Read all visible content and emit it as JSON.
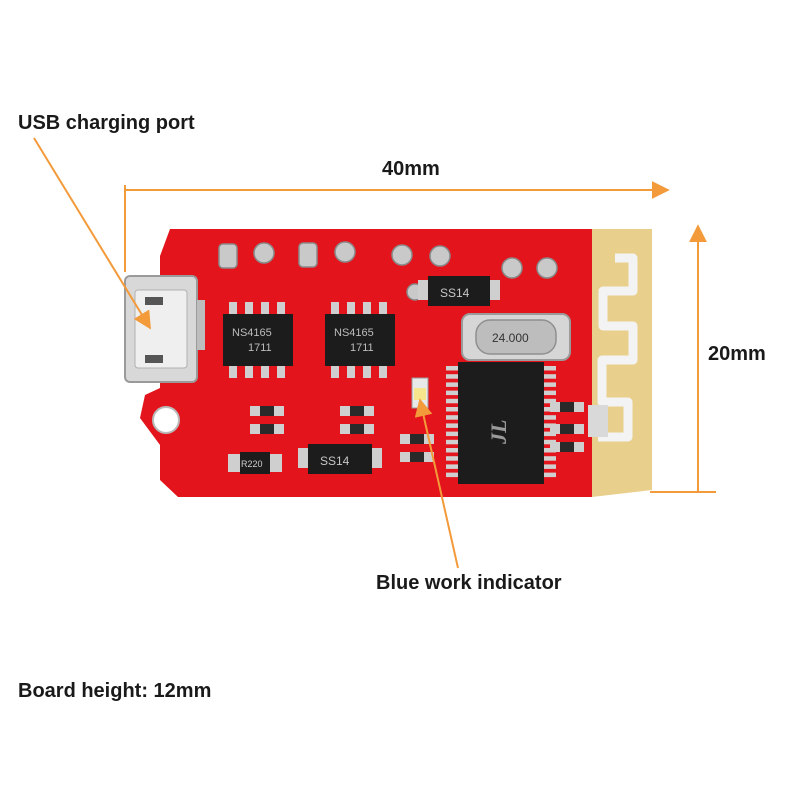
{
  "labels": {
    "usb_port": "USB charging port",
    "width_dim": "40mm",
    "height_dim": "20mm",
    "indicator": "Blue work indicator",
    "board_height": "Board height: 12mm"
  },
  "chip_markings": {
    "amp_left": "NS4165",
    "amp_left_code": "1711",
    "amp_right": "NS4165",
    "amp_right_code": "1711",
    "diode_top": "SS14",
    "diode_bottom": "SS14",
    "crystal": "24.000",
    "resistor": "R220",
    "bt_chip_logo": "JL"
  },
  "colors": {
    "pcb": "#e3141b",
    "annotation": "#f39a3a",
    "antenna_gold": "#e9cf8c",
    "pad_silver": "#c9c9c9",
    "chip_black": "#1c1c1c"
  }
}
